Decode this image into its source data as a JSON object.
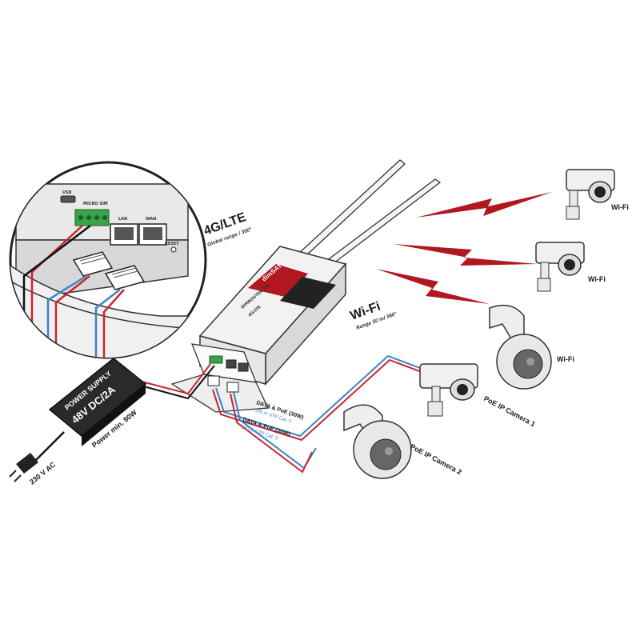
{
  "labels": {
    "lte_title": "4G/LTE",
    "lte_sub": "Global range / 360°",
    "wifi_title": "Wi-Fi",
    "wifi_sub": "Range 50 m/ 360°",
    "wifi1": "Wi-Fi",
    "wifi2": "Wi-Fi",
    "wifi3": "Wi-Fi",
    "camera1": "PoE IP Camera 1",
    "camera2": "PoE IP Camera 2",
    "ac": "230 V AC",
    "ps_line1": "POWER SUPPLY",
    "ps_line2": "48V DC/2A",
    "ps_line3": "Power min. 90W",
    "cable1_title": "DATA & PoE (30W)",
    "cable1_sub": "100 m UTP Cat. 5",
    "cable2_title": "DATA & PoE (30W)",
    "cable2_sub": "100 m UTP Cat. 5",
    "brand": "dimSAT",
    "model": "DIMROUTER-LTE",
    "badge": "4G/LTE",
    "port_usb": "USB",
    "port_sim": "MICRO SIM",
    "port_lan": "LAN",
    "port_wan": "WAN",
    "port_reset": "RESET"
  },
  "colors": {
    "signal_red": "#b0171f",
    "cable_red": "#c8262e",
    "cable_blue": "#3b82c4",
    "device": "#f2f2f2",
    "outline": "#333333",
    "terminal_green": "#3aa24a"
  }
}
